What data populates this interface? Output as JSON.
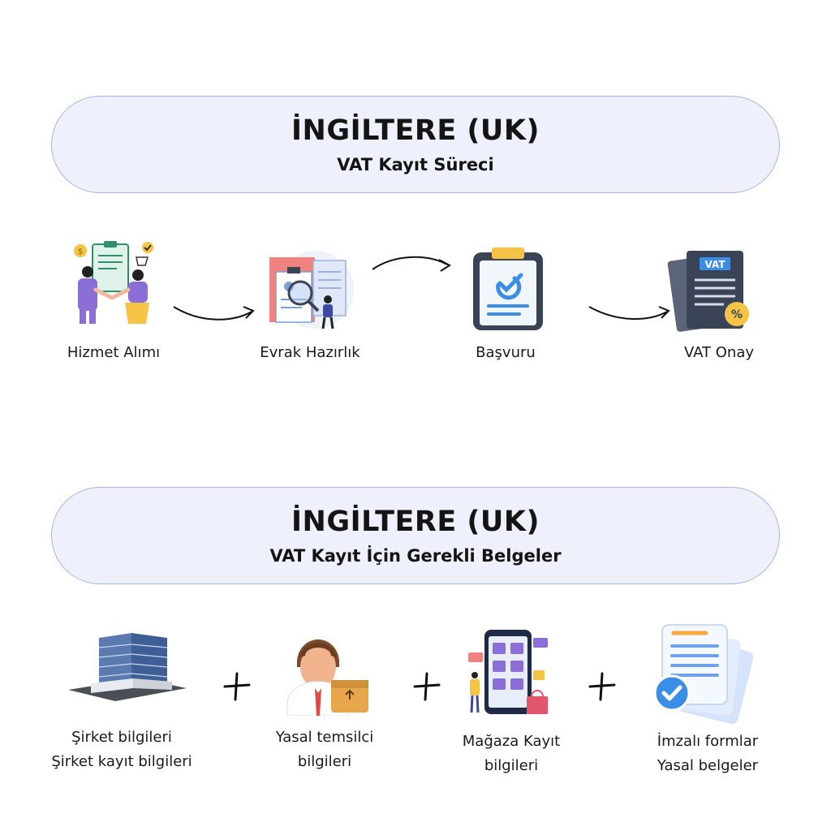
{
  "process_panel": {
    "title": "İNGİLTERE (UK)",
    "subtitle": "VAT Kayıt Süreci"
  },
  "process_steps": [
    {
      "label": "Hizmet Alımı",
      "icon": "handshake-agreement-icon"
    },
    {
      "label": "Evrak Hazırlık",
      "icon": "document-search-icon"
    },
    {
      "label": "Başvuru",
      "icon": "clipboard-check-icon"
    },
    {
      "label": "VAT Onay",
      "icon": "vat-document-icon"
    }
  ],
  "documents_panel": {
    "title": "İNGİLTERE (UK)",
    "subtitle": "VAT Kayıt İçin Gerekli Belgeler"
  },
  "documents": [
    {
      "line1": "Şirket bilgileri",
      "line2": "Şirket kayıt bilgileri",
      "icon": "office-building-icon"
    },
    {
      "line1": "Yasal temsilci",
      "line2": "bilgileri",
      "icon": "representative-person-icon"
    },
    {
      "line1": "Mağaza Kayıt",
      "line2": "bilgileri",
      "icon": "online-store-icon"
    },
    {
      "line1": "İmzalı formlar",
      "line2": "Yasal belgeler",
      "icon": "signed-forms-icon"
    }
  ],
  "connector_symbol": "+",
  "colors": {
    "panel_fill": "#eef1fb",
    "panel_border": "#a9b4e6",
    "accent_purple": "#8b6fd6",
    "accent_yellow": "#f6c445",
    "accent_blue": "#3a8ee6",
    "icon_dark": "#3b4457"
  }
}
